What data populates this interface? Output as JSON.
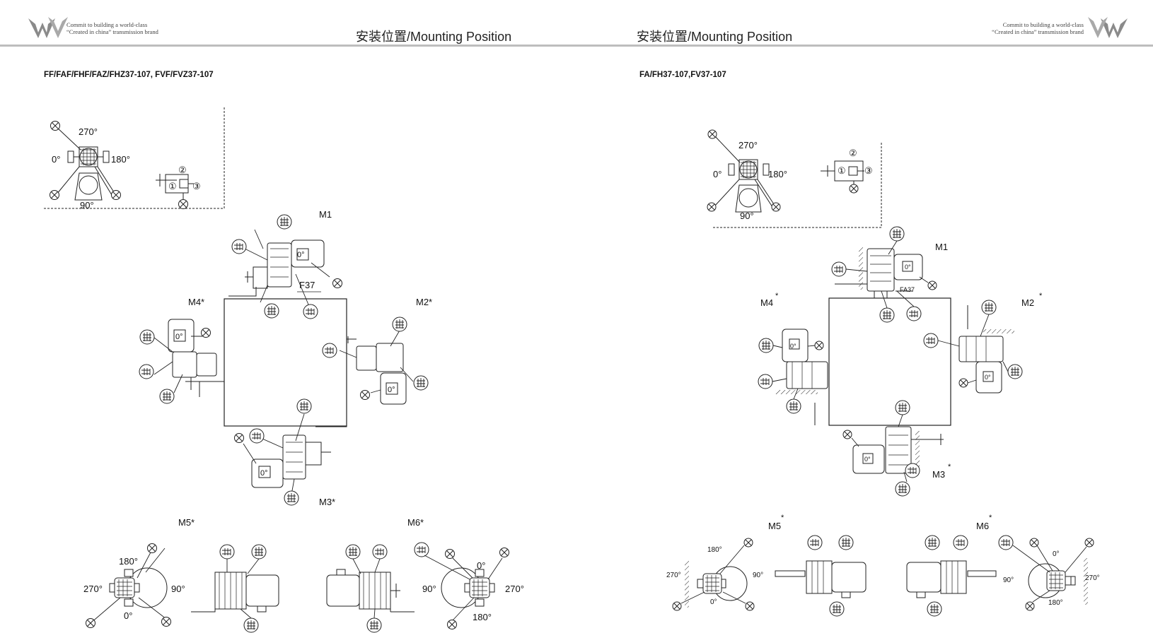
{
  "header": {
    "slogan_line1": "Commit to building a world-class",
    "slogan_line2": "“Created in china” transmission brand",
    "left_title": "安装位置/Mounting Position",
    "right_title": "安装位置/Mounting Position"
  },
  "left_page": {
    "series": "FF/FAF/FHF/FAZ/FHZ37-107, FVF/FVZ37-107",
    "angle_270": "270°",
    "angle_0": "0°",
    "angle_180": "180°",
    "angle_90": "90°",
    "side_2": "②",
    "side_1": "①",
    "side_3": "③",
    "m1": "M1",
    "m2": "M2*",
    "m3": "M3*",
    "m4": "M4*",
    "m5": "M5*",
    "m6": "M6*",
    "model": "F37",
    "motor_0": "0°"
  },
  "right_page": {
    "series": "FA/FH37-107,FV37-107",
    "angle_270": "270°",
    "angle_0": "0°",
    "angle_180": "180°",
    "angle_90": "90°",
    "side_2": "②",
    "side_1": "①",
    "side_3": "③",
    "m1": "M1",
    "m2": "M2",
    "m3": "M3",
    "m4": "M4",
    "m5": "M5",
    "m6": "M6",
    "star": "*",
    "model": "FA37",
    "motor_0": "0°"
  }
}
